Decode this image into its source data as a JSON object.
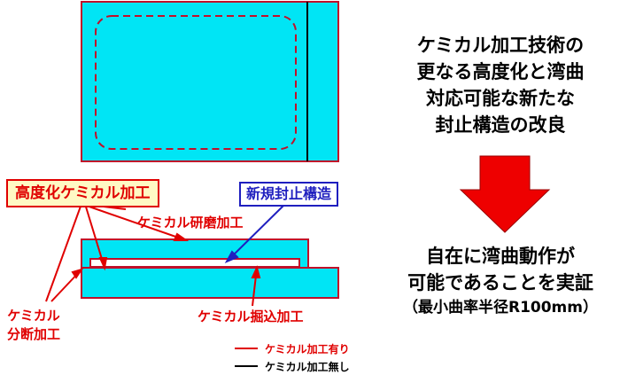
{
  "colors": {
    "cyan": "#00e5f5",
    "red": "#e00000",
    "blue": "#1f1fbf",
    "yellow_fill": "#fff9c4",
    "black": "#000000"
  },
  "heading": {
    "lines": [
      "ケミカル加工技術の",
      "更なる高度化と湾曲",
      "対応可能な新たな",
      "封止構造の改良"
    ]
  },
  "result": {
    "lines": [
      "自在に湾曲動作が",
      "可能であることを実証"
    ],
    "sub": "（最小曲率半径R100mm）"
  },
  "labels": {
    "advanced": "高度化ケミカル加工",
    "new_structure": "新規封止構造",
    "polish": "ケミカル研磨加工",
    "engrave": "ケミカル掘込加工",
    "cut_lines": [
      "ケミカル",
      "分断加工"
    ]
  },
  "legend": {
    "with": "ケミカル加工有り",
    "without": "ケミカル加工無し"
  },
  "icons": {
    "arrow": "down-arrow-icon"
  }
}
